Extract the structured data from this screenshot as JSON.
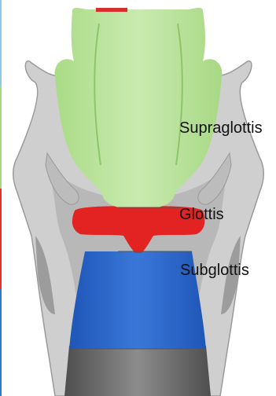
{
  "labels": {
    "supraglottis": "Supraglottis",
    "glottis": "Glottis",
    "subglottis": "Subglottis"
  },
  "colors": {
    "supraglottis": "#bde4a0",
    "glottis": "#e32222",
    "subglottis": "#2a63c6",
    "cartilage": "#c8c8c8",
    "trachea": "#6a6a6a",
    "edge_strip_supraglottis": "#a6d87f",
    "edge_strip_glottis": "#e03030",
    "edge_strip_subglottis": "#2f77d0"
  }
}
